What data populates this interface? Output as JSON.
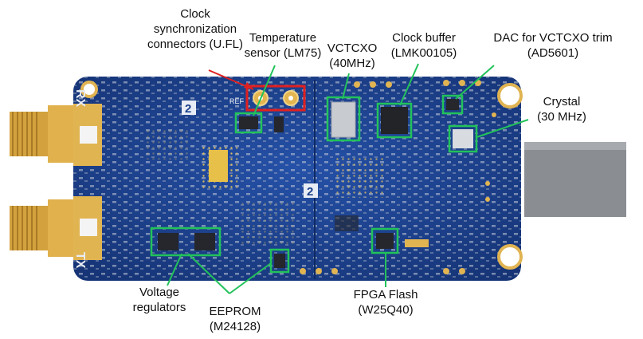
{
  "board": {
    "silk_rx": "RX",
    "silk_tx": "TX",
    "silk_2a": "2",
    "silk_2b": "2",
    "silk_ref": "REF",
    "pcb_color": "#1a3f8c",
    "highlight_green": "#22c25a",
    "highlight_red": "#e02020",
    "gold": "#d9a640"
  },
  "labels": {
    "clock_sync": [
      "Clock",
      "synchronization",
      "connectors (U.FL)"
    ],
    "temp_sensor": [
      "Temperature",
      "sensor (LM75)"
    ],
    "vctcxo": [
      "VCTCXO",
      "(40MHz)"
    ],
    "clock_buffer": [
      "Clock buffer",
      "(LMK00105)"
    ],
    "dac": [
      "DAC for VCTCXO trim",
      "(AD5601)"
    ],
    "crystal": [
      "Crystal",
      "(30 MHz)"
    ],
    "voltage_regs": [
      "Voltage",
      "regulators"
    ],
    "eeprom": [
      "EEPROM",
      "(M24128)"
    ],
    "fpga_flash": [
      "FPGA Flash",
      "(W25Q40)"
    ]
  }
}
